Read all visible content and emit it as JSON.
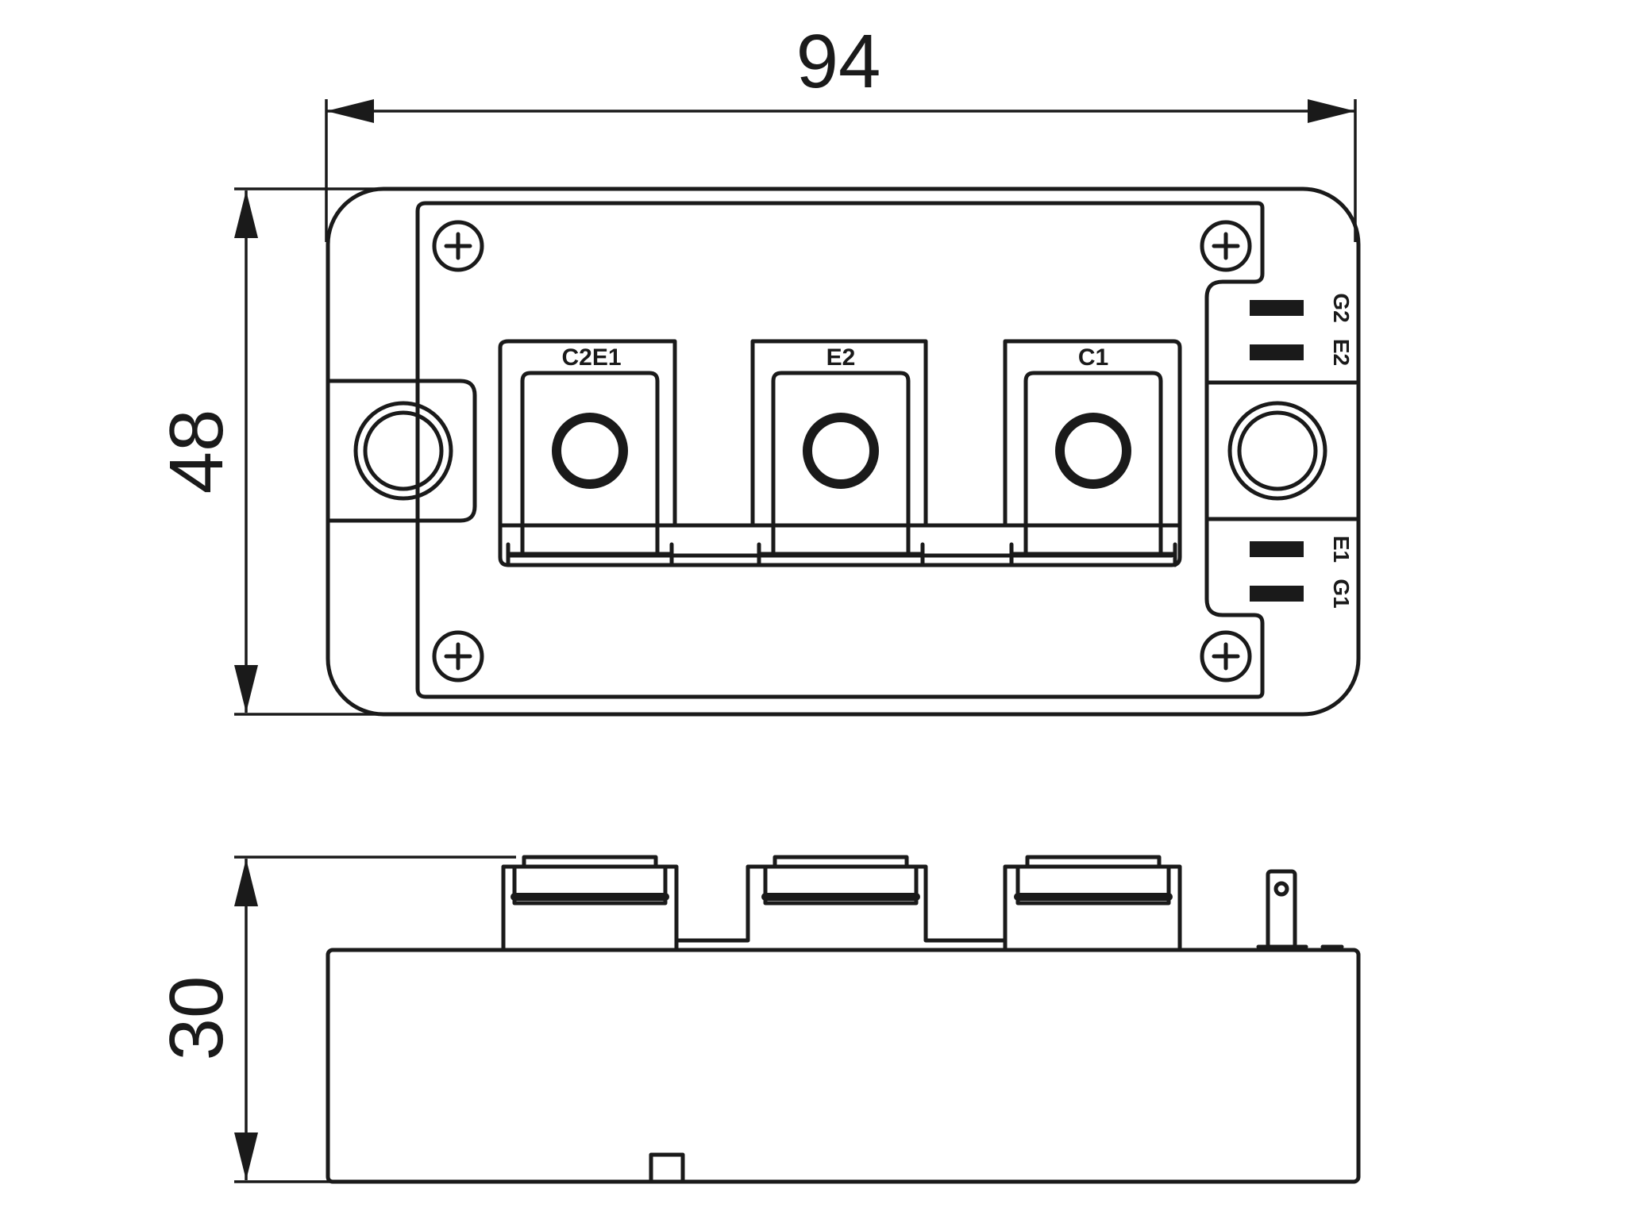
{
  "dimensions": {
    "width": "94",
    "height": "48",
    "thickness": "30"
  },
  "terminals": {
    "left": "C2E1",
    "middle": "E2",
    "right": "C1"
  },
  "aux_pins": {
    "top_upper": "G2",
    "top_lower": "E2",
    "bottom_upper": "E1",
    "bottom_lower": "G1"
  },
  "icons": {
    "screw": "screw-icon",
    "mount_hole": "mounting-hole-icon"
  }
}
